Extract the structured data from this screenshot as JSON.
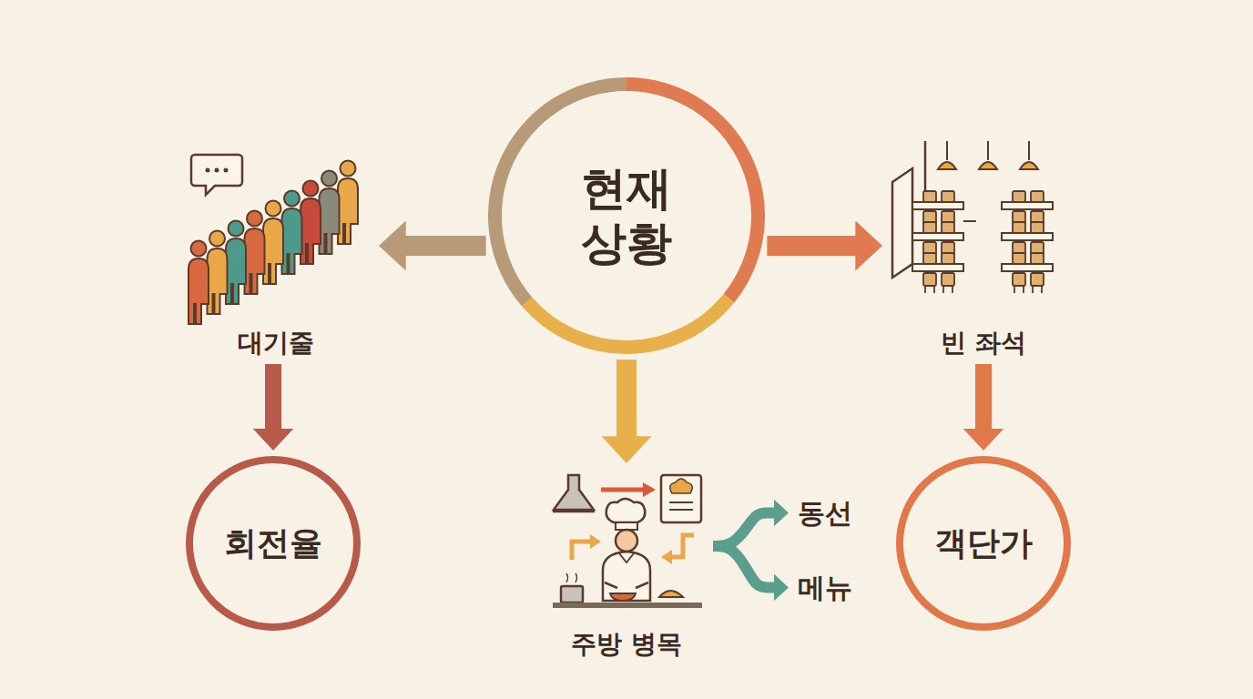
{
  "diagram": {
    "nodes": [
      {
        "text": [
          "현재 상황"
        ]
      },
      {
        "text": [
          "대기줄"
        ]
      },
      {
        "text": [
          "빈 좌석"
        ]
      },
      {
        "text": [
          "주방 병목"
        ]
      },
      {
        "text": [
          "회전율"
        ]
      },
      {
        "text": [
          "동선"
        ]
      },
      {
        "text": [
          "메뉴"
        ]
      },
      {
        "text": [
          "객단가"
        ]
      }
    ],
    "edges": [
      {
        "from": 0,
        "to": 1,
        "arrow": "to"
      },
      {
        "from": 0,
        "to": 2,
        "arrow": "to"
      },
      {
        "from": 0,
        "to": 3,
        "arrow": "to"
      },
      {
        "from": 1,
        "to": 4,
        "arrow": "to"
      },
      {
        "from": 2,
        "to": 7,
        "arrow": "to"
      },
      {
        "from": 3,
        "to": 5,
        "arrow": "to"
      },
      {
        "from": 3,
        "to": 6,
        "arrow": "to"
      }
    ]
  }
}
